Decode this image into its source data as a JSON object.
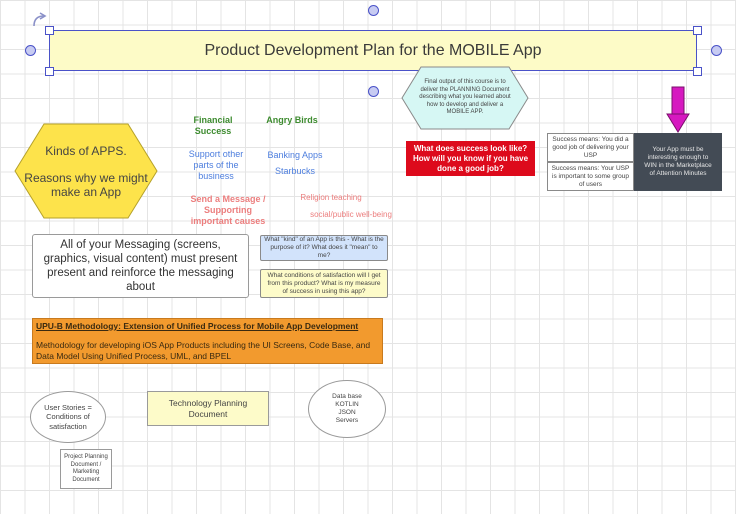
{
  "title": "Product Development Plan for the MOBILE App",
  "hexagon_apps": {
    "heading": "Kinds of APPS.",
    "body": "Reasons why we might make an App"
  },
  "financial_success": "Financial Success",
  "angry_birds": "Angry Birds",
  "support_other": "Support other parts of the business",
  "banking_apps": "Banking Apps",
  "starbucks": "Starbucks",
  "send_message": "Send a Message / Supporting important causes",
  "religion_teaching": "Religion teaching",
  "social_good": "social/public well-being",
  "final_output": "Final output of this course is to deliver the PLANNING Document describing what you learned about how to develop and deliver a MOBILE APP.",
  "success_question": "What does success look like? How will you know if you have done a good job?",
  "success_usp_1": "Success means: You did a good job of delivering your USP",
  "success_usp_2": "Success means: Your USP is important to some group of users",
  "interesting_app": "Your App must be interesting enough to WIN in the Marketplace of Attention Minutes",
  "messaging": "All of your Messaging (screens, graphics, visual content) must present present and reinforce the messaging about",
  "what_kind": "What \"kind\" of an App is this - What is the purpose of it? What does it \"mean\" to me?",
  "conditions": "What conditions of satisfaction will I get from this product? What is my measure of success in using this app?",
  "upu": {
    "heading": "UPU-B Methodology: Extension of Unified Process for Mobile App Development",
    "body": "Methodology for developing iOS App Products including the UI Screens, Code Base, and Data Model Using Unified Process, UML, and BPEL"
  },
  "user_stories": "User Stories = Conditions of satisfaction",
  "tech_planning": "Technology Planning Document",
  "database": "Data base\nKOTLIN\nJSON\nServers",
  "project_planning": "Project Planning Document / Marketing Document",
  "colors": {
    "title_fill": "#fdfbc7",
    "hexagon_fill": "#fde34b",
    "green": "#3d8b2f",
    "blue": "#4d7ede",
    "salmon": "#ec7e7e",
    "red_box": "#dd0a1c",
    "teal_hex": "#d6f7f4",
    "dark_box": "#434b55",
    "magenta_arrow": "#d619c0",
    "blue_note": "#d2e3fb",
    "yellow_note": "#fdfbc9",
    "orange_box": "#f29a2e",
    "selection": "#4a52c8"
  }
}
